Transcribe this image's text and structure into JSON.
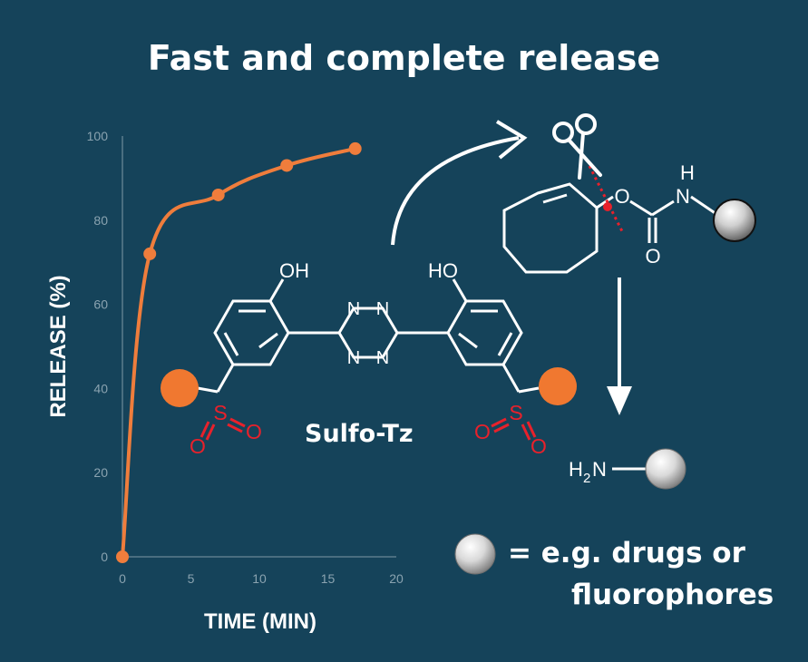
{
  "headline": "Fast and complete release",
  "compound_label": "Sulfo-Tz",
  "legend": {
    "line1": "= e.g. drugs or",
    "line2": "fluorophores"
  },
  "chemistry": {
    "tetrazine_atoms": [
      "N",
      "N",
      "N",
      "N"
    ],
    "oh_left": "OH",
    "oh_right": "HO",
    "sulfur": "S",
    "oxygen": "O",
    "tco_ether_o": "O",
    "carbamate_n": "N",
    "carbamate_h": "H",
    "carbonyl_o": "O",
    "amine_h": "H",
    "amine_sub": "2",
    "amine_n": "N"
  },
  "colors": {
    "background": "#15435a",
    "curve": "#ef7d3c",
    "sulfonyl": "#e8212b",
    "sulfonate_ball": "#f07830",
    "white": "#ffffff"
  },
  "chart_data": {
    "type": "line",
    "xlabel": "TIME (MIN)",
    "ylabel": "RELEASE (%)",
    "xlim": [
      0,
      20
    ],
    "ylim": [
      0,
      100
    ],
    "xticks": [
      0,
      5,
      10,
      15,
      20
    ],
    "yticks": [
      0,
      20,
      40,
      60,
      80,
      100
    ],
    "x": [
      0,
      2,
      7,
      12,
      17
    ],
    "y": [
      0,
      72,
      86,
      93,
      97
    ],
    "grid": false
  }
}
